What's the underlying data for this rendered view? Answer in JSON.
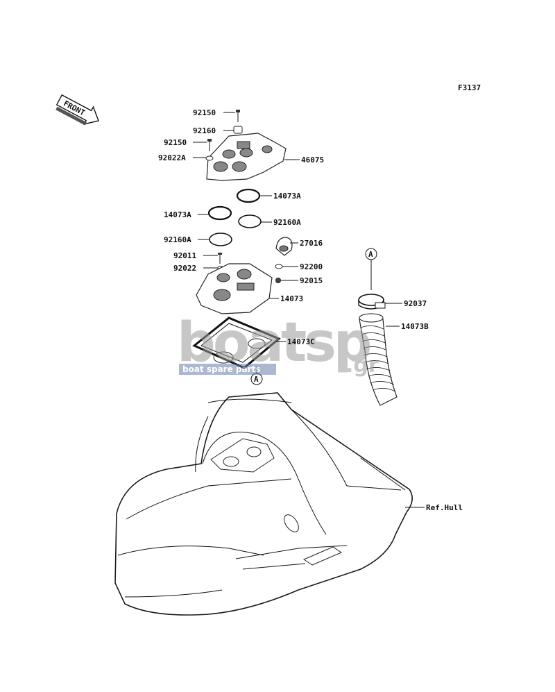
{
  "figure_code": "F3137",
  "front_label": "FRONT",
  "callout_marker": "A",
  "watermark": {
    "brand": "boatsp",
    "suffix": ".gr",
    "tagline": "boat spare parts"
  },
  "parts": [
    {
      "number": "92150"
    },
    {
      "number": "92160"
    },
    {
      "number": "92150"
    },
    {
      "number": "92022A"
    },
    {
      "number": "46075"
    },
    {
      "number": "14073A"
    },
    {
      "number": "14073A"
    },
    {
      "number": "92160A"
    },
    {
      "number": "92160A"
    },
    {
      "number": "27016"
    },
    {
      "number": "92011"
    },
    {
      "number": "92200"
    },
    {
      "number": "92022"
    },
    {
      "number": "92015"
    },
    {
      "number": "14073"
    },
    {
      "number": "14073C"
    },
    {
      "number": "92037"
    },
    {
      "number": "14073B"
    },
    {
      "number": "Ref.Hull"
    }
  ],
  "colors": {
    "line": "#111111",
    "watermark_gray": "#9a9a9a",
    "watermark_blue": "#6b7fa8"
  }
}
